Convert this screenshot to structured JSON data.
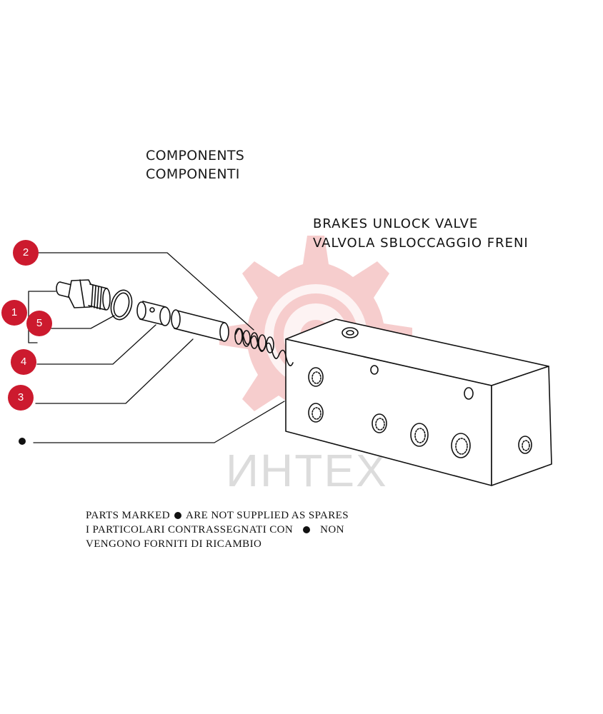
{
  "headings": {
    "line1": "COMPONENTS",
    "line2": "COMPONENTI"
  },
  "title": {
    "line1": "BRAKES  UNLOCK  VALVE",
    "line2": "VALVOLA  SBLOCCAGGIO  FRENI"
  },
  "callouts": {
    "c1": "1",
    "c2": "2",
    "c3": "3",
    "c4": "4",
    "c5": "5"
  },
  "watermark": {
    "text": "ИНТЕХ",
    "gear_color": "#f4c4c4",
    "text_color": "#dcdcdc"
  },
  "note": {
    "line1_a": "PARTS MARKED",
    "line1_b": "ARE NOT SUPPLIED AS SPARES",
    "line2_a": "I PARTICOLARI CONTRASSEGNATI CON",
    "line2_b": "NON",
    "line3": "VENGONO FORNITI DI RICAMBIO"
  },
  "colors": {
    "badge": "#cc1a2e",
    "ink": "#111111"
  }
}
